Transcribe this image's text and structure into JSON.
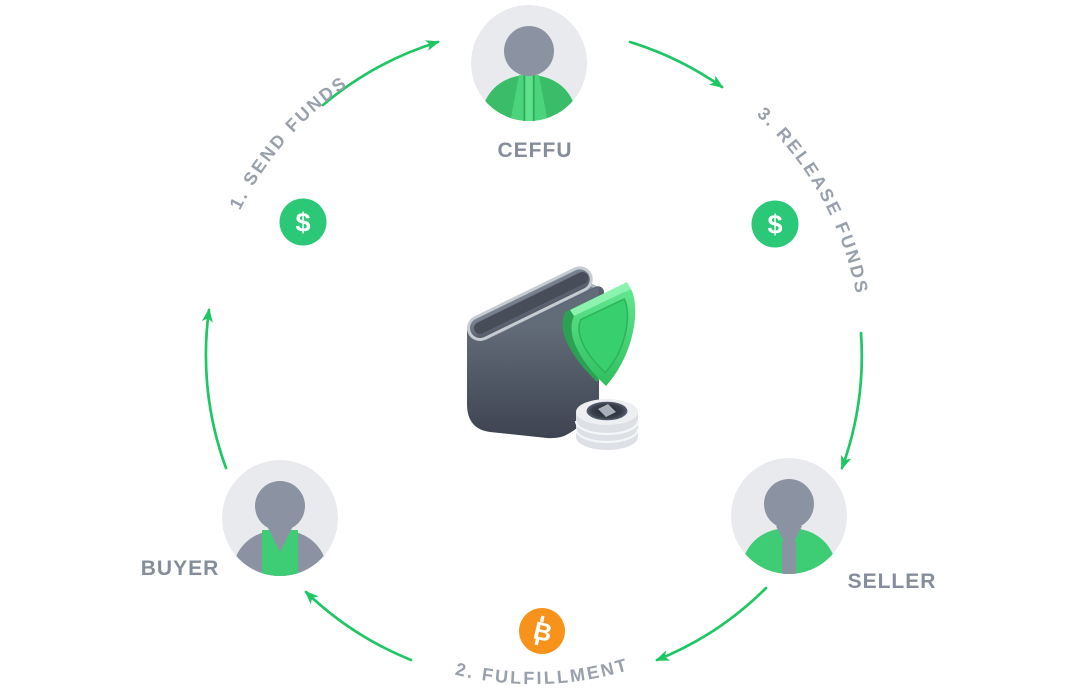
{
  "actors": {
    "ceffu": {
      "label": "CEFFU"
    },
    "buyer": {
      "label": "BUYER"
    },
    "seller": {
      "label": "SELLER"
    }
  },
  "steps": {
    "step1": {
      "label": "1. SEND FUNDS"
    },
    "step2": {
      "label": "2. FULFILLMENT"
    },
    "step3": {
      "label": "3. RELEASE FUNDS"
    }
  },
  "badges": {
    "dollar_left": {
      "symbol": "$",
      "color": "#2bc878"
    },
    "dollar_right": {
      "symbol": "$",
      "color": "#2bc878"
    },
    "bitcoin": {
      "symbol": "B",
      "color": "#f7931a"
    }
  },
  "colors": {
    "arrow_green": "#1ec764",
    "step_label_gray": "#98a0ab",
    "name_label_gray": "#858d9b",
    "avatar_background": "#e9eaed",
    "avatar_gray": "#8b93a2",
    "avatar_green": "#3ecd74",
    "wallet_slate": "#4a5160",
    "shield_green": "#3fd474",
    "coin_gray": "#e3e6ea"
  },
  "center_icon": "wallet-shield-coin"
}
